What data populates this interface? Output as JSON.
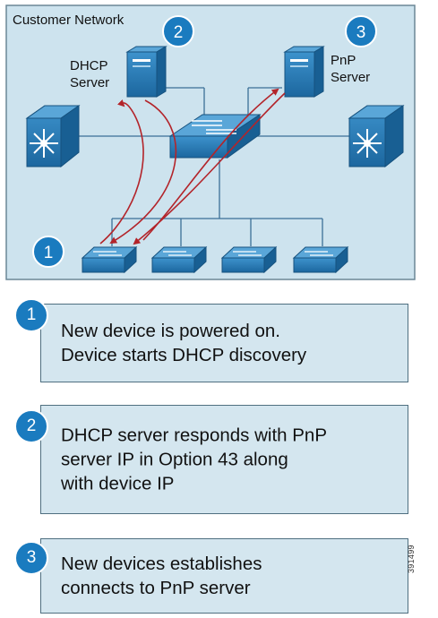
{
  "network": {
    "title": "Customer Network",
    "dhcp_label_line1": "DHCP",
    "dhcp_label_line2": "Server",
    "pnp_label_line1": "PnP",
    "pnp_label_line2": "Server",
    "badges": [
      "1",
      "2",
      "3"
    ]
  },
  "steps": [
    {
      "number": "1",
      "lines": [
        "New device is powered on.",
        "Device starts DHCP discovery"
      ]
    },
    {
      "number": "2",
      "lines": [
        "DHCP server responds with PnP",
        "server IP in Option 43 along",
        "with device IP"
      ]
    },
    {
      "number": "3",
      "lines": [
        "New devices establishes",
        "connects to PnP server"
      ]
    }
  ],
  "figure_id": "391499",
  "colors": {
    "panel_fill": "#cde3ee",
    "device_blue": "#2277b3",
    "badge_blue": "#1a7bbf",
    "arrow_red": "#b3242a"
  }
}
